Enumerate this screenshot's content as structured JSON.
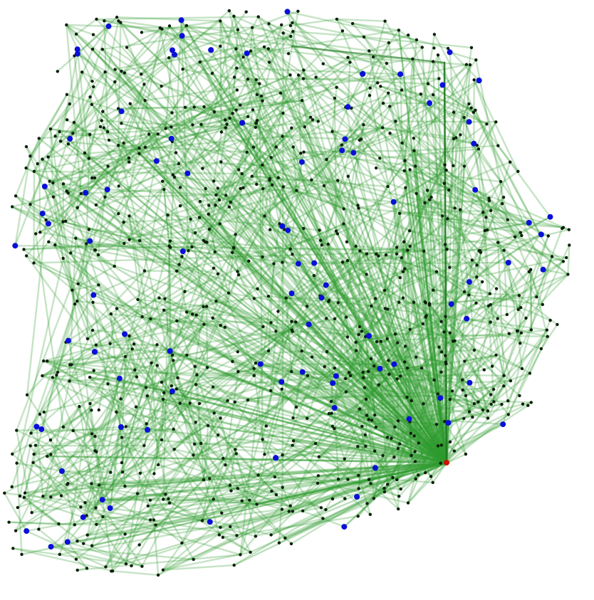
{
  "colors": {
    "background": "#ffffff",
    "edge": "#2e9a2e",
    "edge_opacity": 0.28,
    "hub_edge": "#1f7a1f",
    "node": "#0b1f0b",
    "highlight_node": "#0a10d8",
    "hub_node": "#cc1100"
  },
  "graph": {
    "node_count": 1000,
    "highlighted_node_count": 100,
    "hub_count": 1,
    "edges_from_hub": 220,
    "random_seed": 7
  }
}
